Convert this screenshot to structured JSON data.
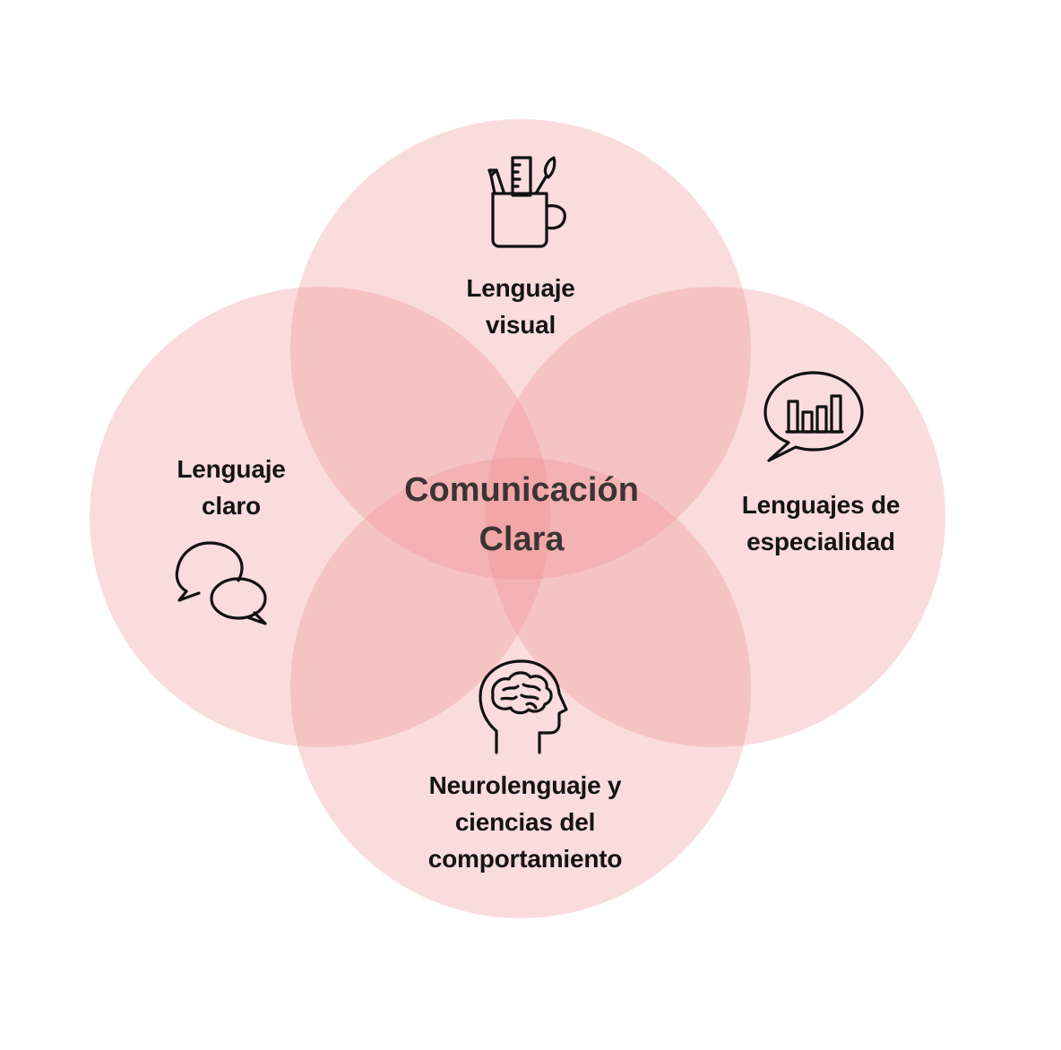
{
  "diagram": {
    "circle_color": "#f08a8e",
    "center": {
      "lines": [
        "Comunicación",
        "Clara"
      ]
    },
    "top": {
      "lines": [
        "Lenguaje",
        "visual"
      ],
      "icon": "art-supplies-mug-icon"
    },
    "left": {
      "lines": [
        "Lenguaje",
        "claro"
      ],
      "icon": "chat-bubbles-icon"
    },
    "right": {
      "lines": [
        "Lenguajes de",
        "especialidad"
      ],
      "icon": "bar-chart-speech-bubble-icon"
    },
    "bottom": {
      "lines": [
        "Neurolenguaje y",
        "ciencias del",
        "comportamiento"
      ],
      "icon": "head-brain-icon"
    }
  }
}
